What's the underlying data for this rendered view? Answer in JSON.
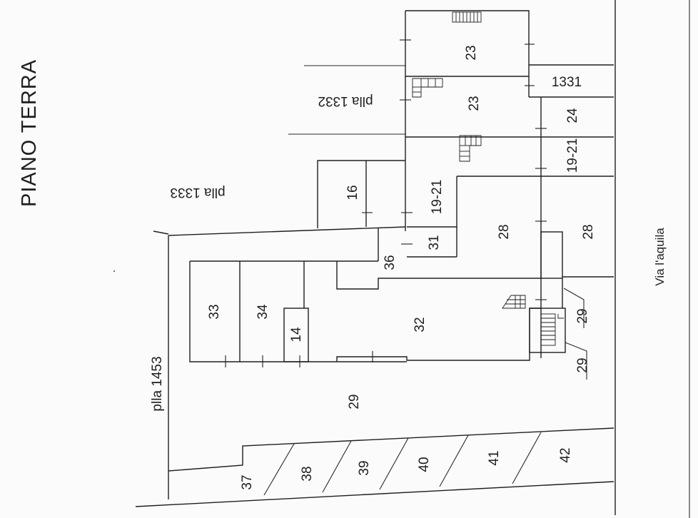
{
  "title": "PIANO TERRA",
  "street": "Via l'aquila",
  "parcels": {
    "p1332": "plla 1332",
    "p1333": "plla 1333",
    "p1453": "plla 1453",
    "p1331": "1331"
  },
  "rooms": {
    "r23a": "23",
    "r23b": "23",
    "r24": "24",
    "r1921a": "19-21",
    "r1921b": "19-21",
    "r16": "16",
    "r28a": "28",
    "r28b": "28",
    "r31": "31",
    "r36": "36",
    "r33": "33",
    "r34": "34",
    "r14": "14",
    "r32": "32",
    "r29a": "29",
    "r29b": "29",
    "r29c": "29",
    "r37": "37",
    "r38": "38",
    "r39": "39",
    "r40": "40",
    "r41": "41",
    "r42": "42"
  }
}
